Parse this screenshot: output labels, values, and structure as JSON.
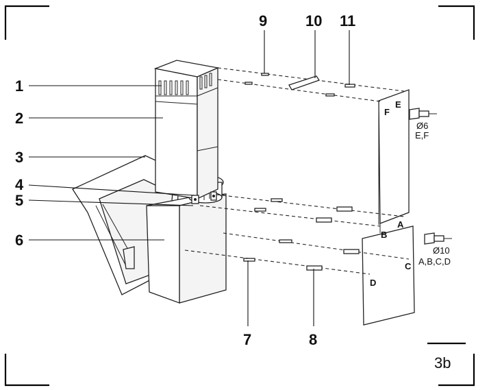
{
  "callouts": [
    "1",
    "2",
    "3",
    "4",
    "5",
    "6",
    "7",
    "8",
    "9",
    "10",
    "11"
  ],
  "points": [
    "A",
    "B",
    "C",
    "D",
    "E",
    "F"
  ],
  "drill_small": {
    "diameter": "Ø6",
    "holes": "E,F"
  },
  "drill_large": {
    "diameter": "Ø10",
    "holes": "A,B,C,D"
  },
  "figure_label": "3b",
  "icons": [
    "drill-icon"
  ]
}
